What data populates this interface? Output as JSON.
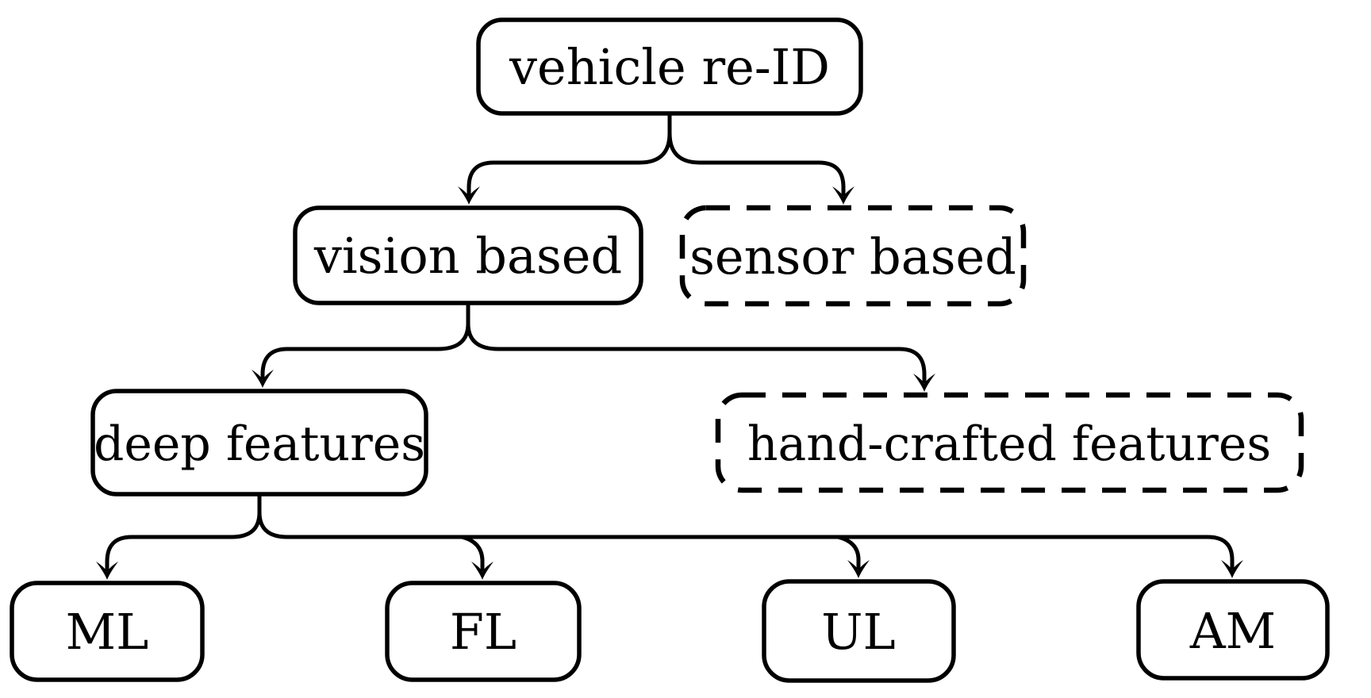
{
  "diagram": {
    "type": "tree",
    "background_color": "#ffffff",
    "stroke_color": "#000000",
    "nodes": {
      "root": {
        "label": "vehicle re-ID",
        "style": "solid",
        "level": 0
      },
      "vision": {
        "label": "vision based",
        "style": "solid",
        "level": 1
      },
      "sensor": {
        "label": "sensor based",
        "style": "dashed",
        "level": 1
      },
      "deep": {
        "label": "deep features",
        "style": "solid",
        "level": 2
      },
      "handcrafted": {
        "label": "hand-crafted features",
        "style": "dashed",
        "level": 2
      },
      "ml": {
        "label": "ML",
        "style": "solid",
        "level": 3
      },
      "fl": {
        "label": "FL",
        "style": "solid",
        "level": 3
      },
      "ul": {
        "label": "UL",
        "style": "solid",
        "level": 3
      },
      "am": {
        "label": "AM",
        "style": "solid",
        "level": 3
      }
    },
    "edges": [
      {
        "from": "root",
        "to": "vision"
      },
      {
        "from": "root",
        "to": "sensor"
      },
      {
        "from": "vision",
        "to": "deep"
      },
      {
        "from": "vision",
        "to": "handcrafted"
      },
      {
        "from": "deep",
        "to": "ml"
      },
      {
        "from": "deep",
        "to": "fl"
      },
      {
        "from": "deep",
        "to": "ul"
      },
      {
        "from": "deep",
        "to": "am"
      }
    ]
  }
}
